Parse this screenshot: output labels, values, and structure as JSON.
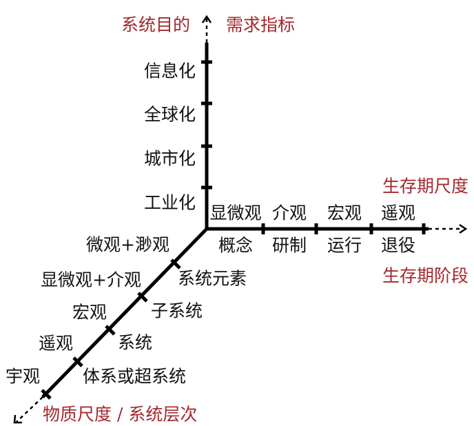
{
  "vertical_axis": {
    "left_title": "系统目的",
    "right_title": "需求指标",
    "labels": [
      "信息化",
      "全球化",
      "城市化",
      "工业化"
    ]
  },
  "horizontal_axis": {
    "top_title": "生存期尺度",
    "bottom_title": "生存期阶段",
    "top_labels": [
      "显微观",
      "介观",
      "宏观",
      "遥观"
    ],
    "bottom_labels": [
      "概念",
      "研制",
      "运行",
      "退役"
    ]
  },
  "diagonal_axis": {
    "title": "物质尺度 / 系统层次",
    "left_labels": [
      "微观+渺观",
      "显微观+介观",
      "宏观",
      "遥观",
      "宇观"
    ],
    "right_labels": [
      "系统元素",
      "子系统",
      "系统",
      "体系或超系统"
    ]
  },
  "colors": {
    "title": "#a3282b",
    "axis": "#000000"
  }
}
